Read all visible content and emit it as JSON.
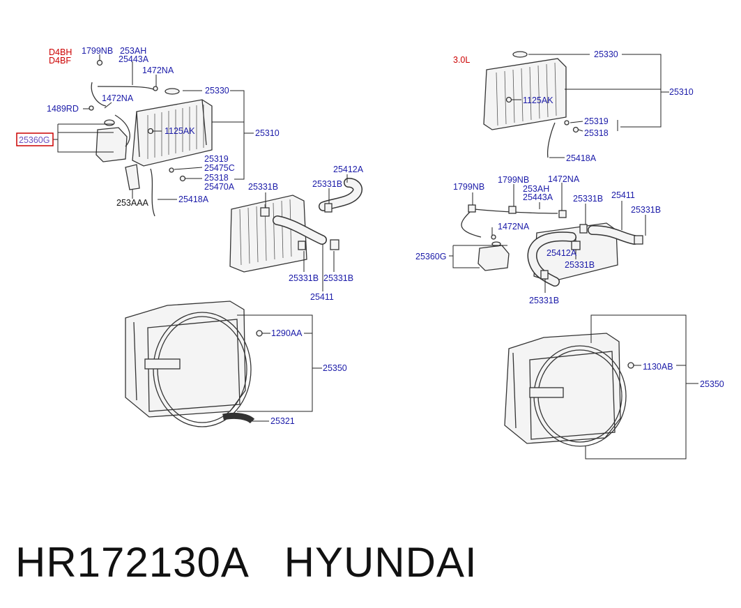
{
  "footer": {
    "part_number": "HR172130A",
    "brand": "HYUNDAI"
  },
  "engine_left": [
    "D4BH",
    "D4BF"
  ],
  "engine_right": "3.0L",
  "labels": {
    "l1799nb": "1799NB",
    "l253ah": "253AH",
    "l25443a": "25443A",
    "l1472na_a": "1472NA",
    "l1472na_b": "1472NA",
    "l1489rd": "1489RD",
    "l25330": "25330",
    "l25360g": "25360G",
    "l1125ak": "1125AK",
    "l25310": "25310",
    "l25319": "25319",
    "l25475c": "25475C",
    "l25318": "25318",
    "l25470a": "25470A",
    "l253aaa": "253AAA",
    "l25418a": "25418A",
    "l25412a": "25412A",
    "l25331b_1": "25331B",
    "l25331b_2": "25331B",
    "l25331b_3": "25331B",
    "l25331b_4": "25331B",
    "l25411": "25411",
    "l1290aa": "1290AA",
    "l25350": "25350",
    "l25321": "25321",
    "r25330": "25330",
    "r25310": "25310",
    "r1125ak": "1125AK",
    "r25319": "25319",
    "r25318": "25318",
    "r25418a": "25418A",
    "r1799nb_a": "1799NB",
    "r1799nb_b": "1799NB",
    "r253ah": "253AH",
    "r25443a": "25443A",
    "r1472na_a": "1472NA",
    "r1472na_b": "1472NA",
    "r25331b_1": "25331B",
    "r25411": "25411",
    "r25331b_2": "25331B",
    "r25360g": "25360G",
    "r25412a": "25412A",
    "r25331b_3": "25331B",
    "r25331b_4": "25331B",
    "r1130ab": "1130AB",
    "r25350": "25350"
  },
  "highlighted_part": "25360G",
  "colors": {
    "label": "#1a1aa8",
    "engine_label": "#cc0000",
    "highlight_box": "#cc0000"
  }
}
